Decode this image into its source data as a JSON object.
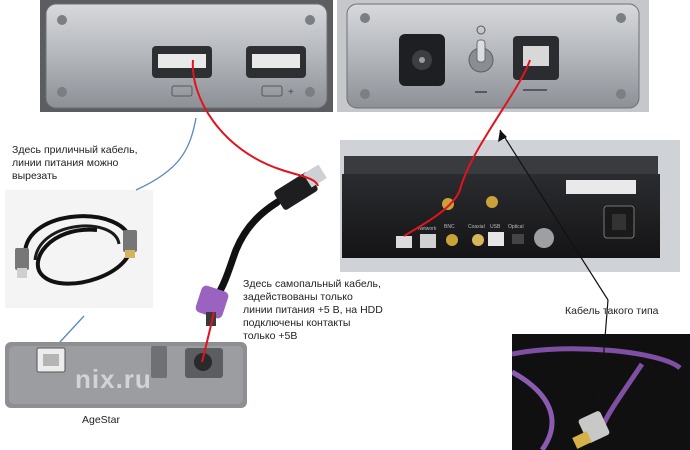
{
  "captions": {
    "good_cable": "Здесь приличный кабель,\nлинии питания можно\nвырезать",
    "homemade_cable": "Здесь самопальный кабель,\nзадействованы только\nлинии питания +5 В, на HDD\nподключены контакты\nтолько +5В",
    "cable_type": "Кабель такого типа",
    "agestar": "AgeStar"
  },
  "watermark": "nix.ru",
  "colors": {
    "wire_red": "#e0141e",
    "wire_blue": "#5b86c4",
    "pointer_black": "#111111",
    "purple_cable": "#7e4fa3",
    "hub_silver": "#b9bcc1",
    "hdd_grey": "#8e8f92",
    "box_black": "#1d1d1f"
  },
  "panel_labels": {
    "network": "Network",
    "coaxial": "Coaxial",
    "bnc": "BNC",
    "usb": "USB",
    "optical": "Optical"
  },
  "icons": [
    "usb-port-icon",
    "power-jack-icon",
    "toggle-switch-icon",
    "usb-b-port-icon"
  ]
}
